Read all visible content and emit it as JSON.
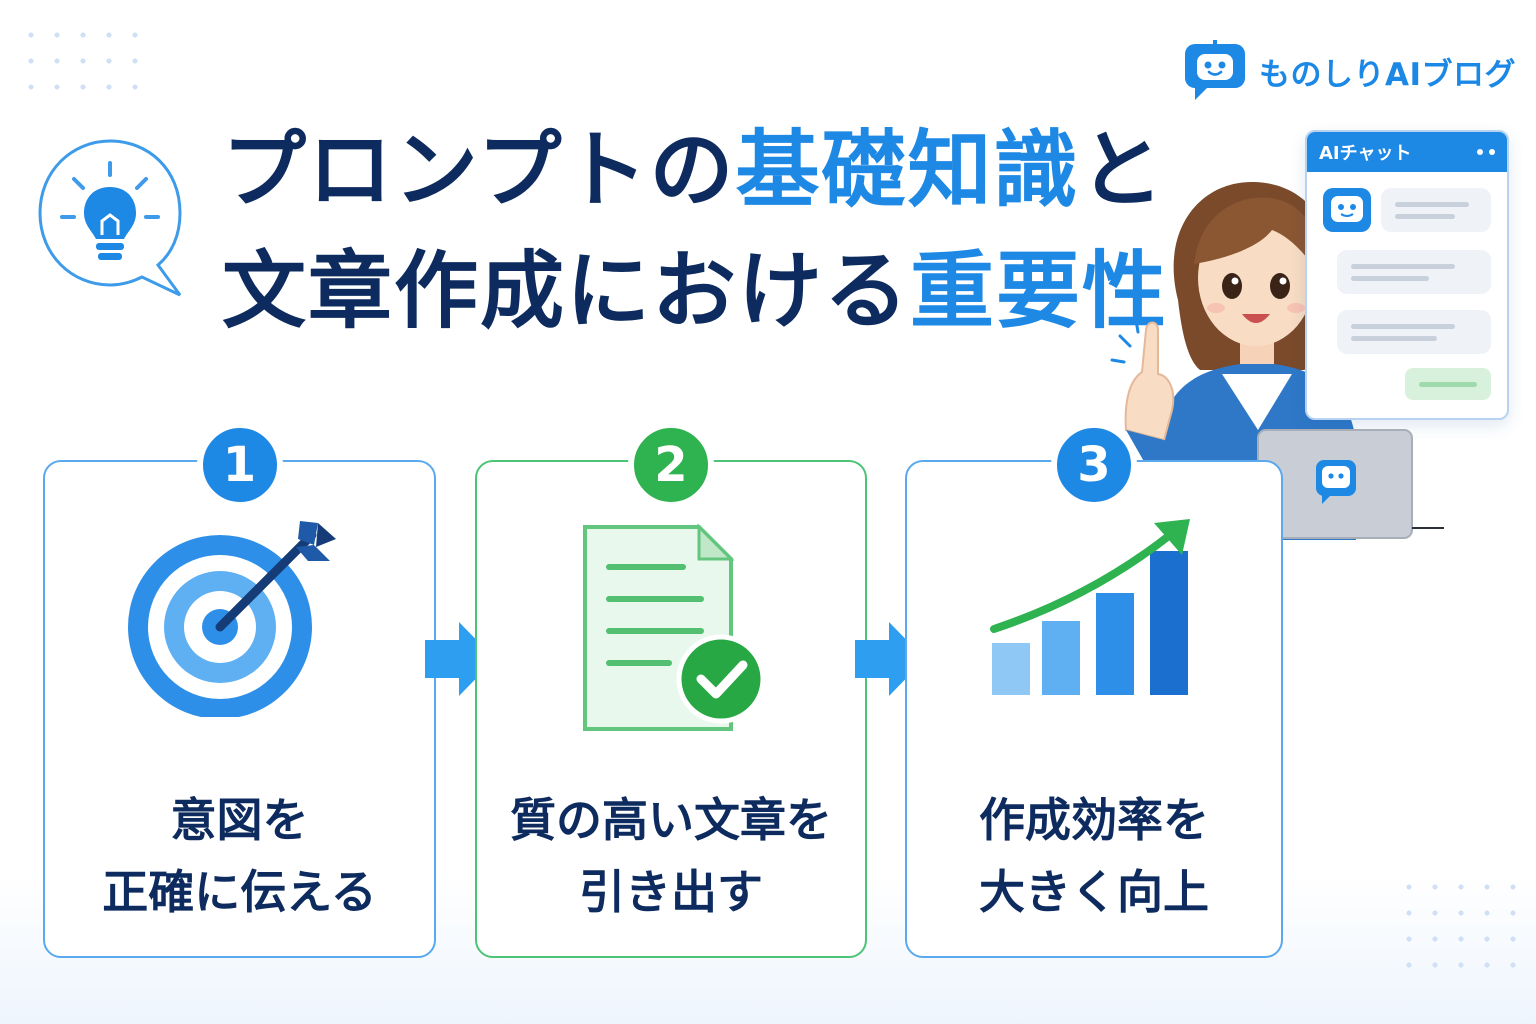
{
  "brand": {
    "name": "ものしりAIブログ"
  },
  "title": {
    "line1_dark": "プロンプトの",
    "line1_accent": "基礎知識",
    "line1_tail": "と",
    "line2_dark": "文章作成における",
    "line2_accent": "重要性"
  },
  "steps": [
    {
      "number": "1",
      "line1": "意図を",
      "line2": "正確に伝える",
      "icon": "target-icon",
      "color": "#1e88e5"
    },
    {
      "number": "2",
      "line1": "質の高い文章を",
      "line2": "引き出す",
      "icon": "document-check-icon",
      "color": "#2fb350"
    },
    {
      "number": "3",
      "line1": "作成効率を",
      "line2": "大きく向上",
      "icon": "growth-chart-icon",
      "color": "#1e88e5"
    }
  ],
  "chat": {
    "title": "AIチャット"
  },
  "colors": {
    "accent": "#1e88e5",
    "navy": "#0d2b5e",
    "green": "#2fb350"
  }
}
